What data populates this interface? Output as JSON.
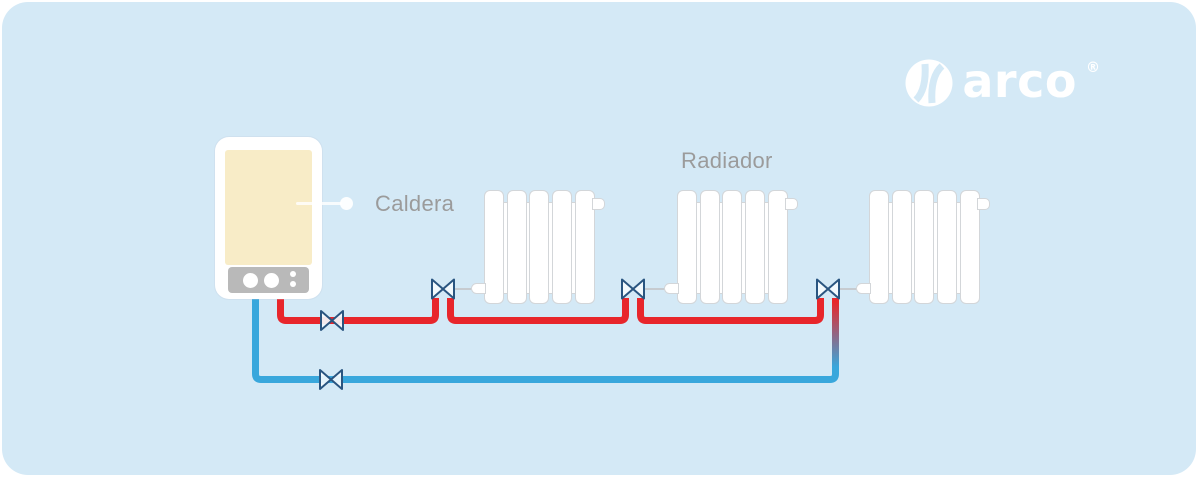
{
  "logo": {
    "brand": "arco",
    "registered": "®",
    "icon": "circle-with-two-slashes"
  },
  "labels": {
    "boiler": "Caldera",
    "radiator": "Radiador"
  },
  "diagram": {
    "type": "heating-installation-schematic",
    "boiler": {
      "label": "Caldera",
      "knob_count": 2,
      "indicator_dot_count": 2
    },
    "radiators": {
      "label": "Radiador",
      "count": 3,
      "fins_per_radiator": 5
    },
    "valves": {
      "total": 5,
      "radiator_inlet_valves": 3,
      "supply_line_valves": 1,
      "return_line_valves": 1
    },
    "pipes": {
      "supply": "red",
      "return": "blue"
    }
  },
  "colors": {
    "card-bg": "#d4e9f6",
    "pipe-red": "#e8262b",
    "pipe-blue": "#39a7dc",
    "valve-stroke": "#2a5580",
    "label-gray": "#9b9b9b",
    "screen-cream": "#f8ecc7",
    "panel-gray": "#b9b9b9",
    "rad-border": "#d3d6d9",
    "connector-gray": "#c6cbd0",
    "white": "#ffffff"
  }
}
